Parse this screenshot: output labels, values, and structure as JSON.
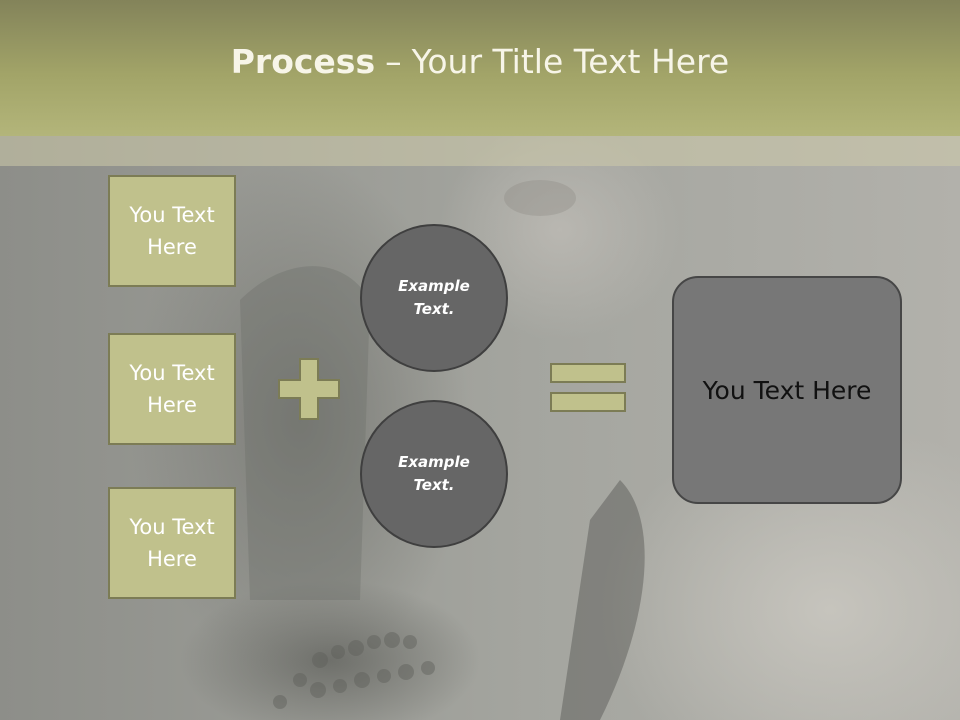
{
  "slide": {
    "title_bold": "Process",
    "title_dash": "–",
    "title_rest": "Your Title Text Here"
  },
  "left_boxes": [
    {
      "label": "You Text Here"
    },
    {
      "label": "You Text Here"
    },
    {
      "label": "You Text Here"
    }
  ],
  "circles": [
    {
      "label": "Example Text."
    },
    {
      "label": "Example Text."
    }
  ],
  "result": {
    "label": "You Text Here"
  },
  "icons": {
    "plus": "plus-icon",
    "equals": "equals-icon"
  },
  "colors": {
    "header": "#a2a468",
    "box_fill": "#c0c18c",
    "box_border": "#7c7c55",
    "circle_fill": "#666666",
    "result_fill": "#777777",
    "title_text": "#f7f5e8"
  }
}
